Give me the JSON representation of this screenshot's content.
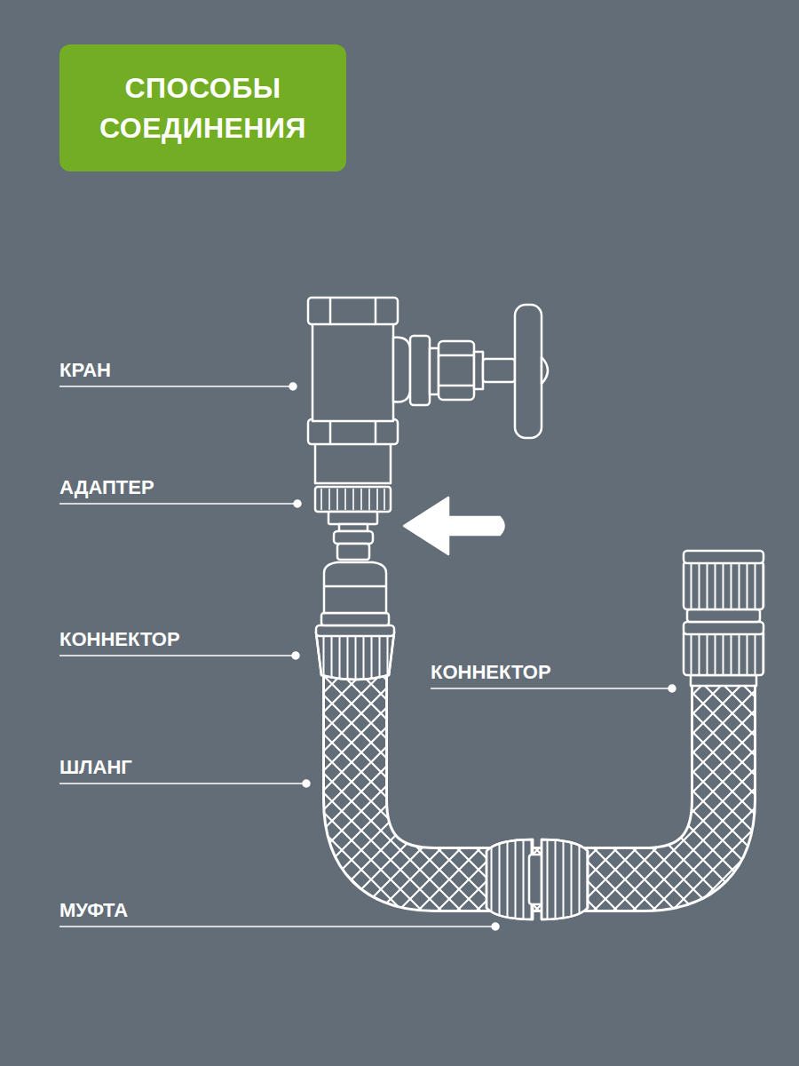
{
  "diagram": {
    "title": "СПОСОБЫ СОЕДИНЕНИЯ",
    "labels": [
      "КРАН",
      "АДАПТЕР",
      "КОННЕКТОР",
      "ШЛАНГ",
      "МУФТА",
      "КОННЕКТОР"
    ]
  }
}
